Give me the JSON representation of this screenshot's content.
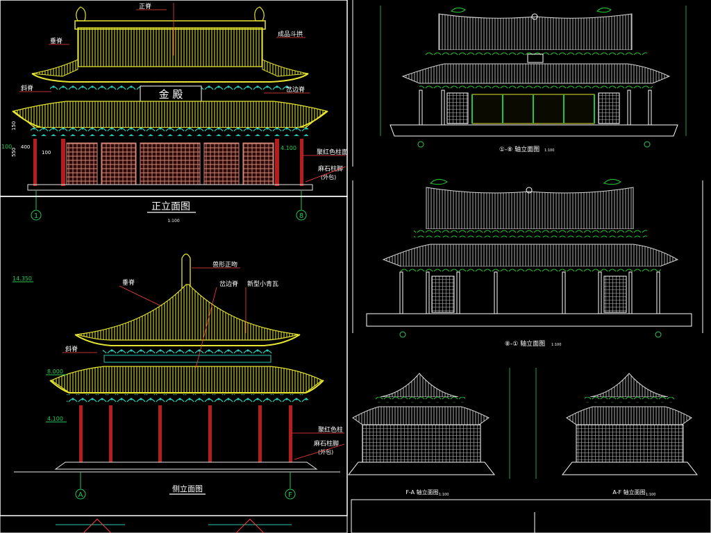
{
  "colors": {
    "background": "#000000",
    "panel_border": "#ffffff",
    "roof_yellow": "#e6e632",
    "roof_gold": "#c8b400",
    "bracket_cyan": "#28c8b4",
    "bracket_green": "#22c832",
    "column_red": "#b41e1e",
    "lattice_pink": "#d88a7a",
    "leader_line": "#ff4040",
    "grid_green": "#22cc55",
    "text_white": "#ffffff",
    "text_yellow": "#ffe640",
    "text_grey": "#cfcfcf",
    "outline_white": "#e8e8e8"
  },
  "panels": {
    "front_elevation": {
      "title": "正立面图",
      "scale": "1:100",
      "plaque": "金 殿",
      "labels": {
        "ridge": "正脊",
        "vertical_ridge": "垂脊",
        "diagonal_ridge": "斜脊",
        "bracket": "成品斗拱",
        "side_ridge": "岔边脊",
        "column_paint": "聚红色柱面",
        "column_base": "麻石柱脚",
        "column_base_note": "(外包)"
      },
      "elevations": {
        "lower_eave": "4.100",
        "left_dim": "100"
      },
      "dims": [
        "150",
        "550",
        "400",
        "100"
      ],
      "axes": [
        "1",
        "8"
      ]
    },
    "side_elevation": {
      "title": "侧立面图",
      "labels": {
        "finial": "兽形正吻",
        "vertical_ridge": "垂脊",
        "side_ridge": "岔边脊",
        "tile": "新型小青瓦",
        "diagonal_ridge": "斜脊",
        "column_paint": "聚红色柱",
        "column_base": "麻石柱脚",
        "column_base_note": "(外包)"
      },
      "elevations": {
        "top": "14.350",
        "mid": "8.000",
        "lower": "4.100"
      },
      "axes": [
        "A",
        "F"
      ]
    },
    "axis_elevation_1_8": {
      "title": "①-⑧ 轴立面图",
      "scale": "1:100"
    },
    "axis_elevation_8_1": {
      "title": "⑧-① 轴立面图",
      "scale": "1:100"
    },
    "axis_elevation_F_A": {
      "title": "F-A 轴立面图",
      "scale": "1:100"
    },
    "axis_elevation_A_F": {
      "title": "A-F 轴立面图",
      "scale": "1:100"
    }
  }
}
